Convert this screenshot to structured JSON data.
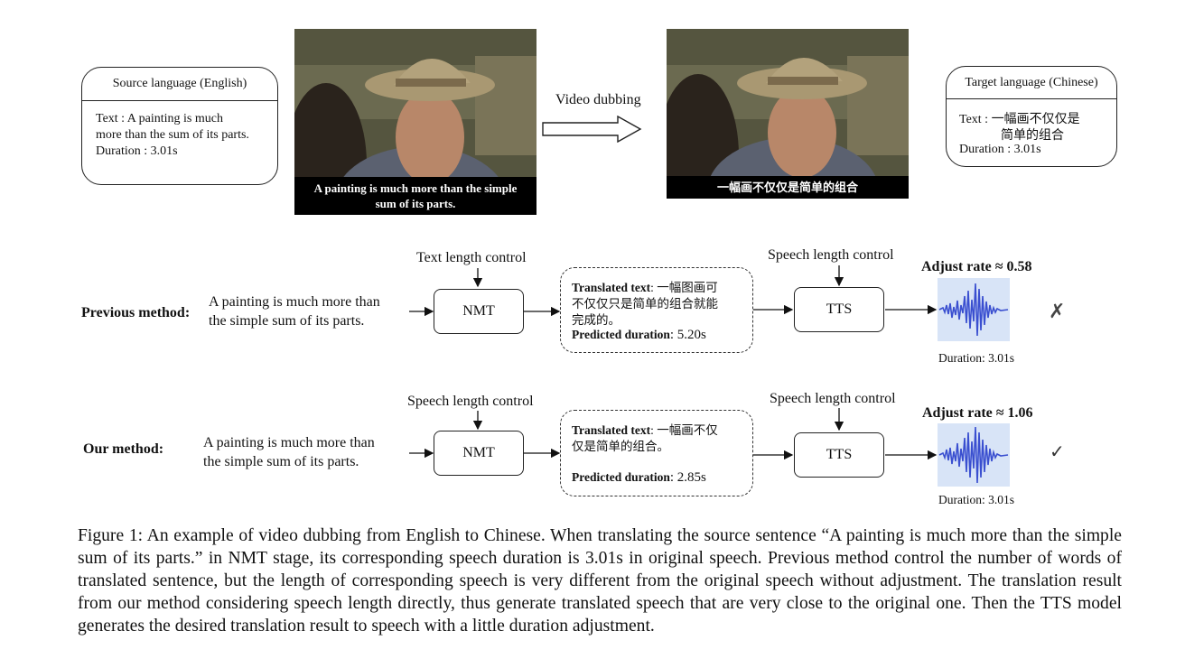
{
  "source_box": {
    "title": "Source language (English)",
    "text_line1": "Text :  A painting is much",
    "text_line2": "more than the sum of its parts.",
    "duration": "Duration : 3.01s"
  },
  "target_box": {
    "title": "Target language (Chinese)",
    "text_line1": "Text :  一幅画不仅仅是",
    "text_line2": "简单的组合",
    "duration": "Duration :  3.01s"
  },
  "left_frame": {
    "subtitle_line1": "A painting is much more than the simple",
    "subtitle_line2": "sum of its parts."
  },
  "right_frame": {
    "subtitle": "一幅画不仅仅是简单的组合"
  },
  "dubbing_label": "Video dubbing",
  "previous": {
    "label": "Previous method:",
    "sentence_line1": "A painting is much more than",
    "sentence_line2": "the simple sum of its parts.",
    "control_label": "Text length control",
    "nmt": "NMT",
    "translated_label": "Translated text",
    "translated_line1": ": 一幅图画可",
    "translated_line2": "不仅仅只是简单的组合就能",
    "translated_line3": "完成的。",
    "predicted_label": "Predicted duration",
    "predicted_value": ": 5.20s",
    "speech_control_label": "Speech length control",
    "tts": "TTS",
    "adjust_label": "Adjust rate",
    "adjust_value": "≈ 0.58",
    "duration": "Duration: 3.01s",
    "mark": "✗"
  },
  "ours": {
    "label": "Our method:",
    "sentence_line1": "A painting is much more than",
    "sentence_line2": "the simple sum of its parts.",
    "control_label": "Speech length control",
    "nmt": "NMT",
    "translated_label": "Translated text",
    "translated_line1": ": 一幅画不仅",
    "translated_line2": "仅是简单的组合。",
    "predicted_label": "Predicted duration",
    "predicted_value": ": 2.85s",
    "speech_control_label": "Speech length control",
    "tts": "TTS",
    "adjust_label": "Adjust rate",
    "adjust_value": "≈ 1.06",
    "duration": "Duration: 3.01s",
    "mark": "✓"
  },
  "caption": "Figure 1: An example of video dubbing from English to Chinese. When translating the source sentence “A painting is much more than the simple sum of its parts.” in NMT stage, its corresponding speech duration is 3.01s in original speech. Previous method control the number of words of translated sentence, but the length of corresponding speech is very different from the original speech without adjustment. The translation result from our method considering speech length directly, thus generate translated speech that are very close to the original one. Then the TTS model generates the desired translation result to speech with a little duration adjustment."
}
